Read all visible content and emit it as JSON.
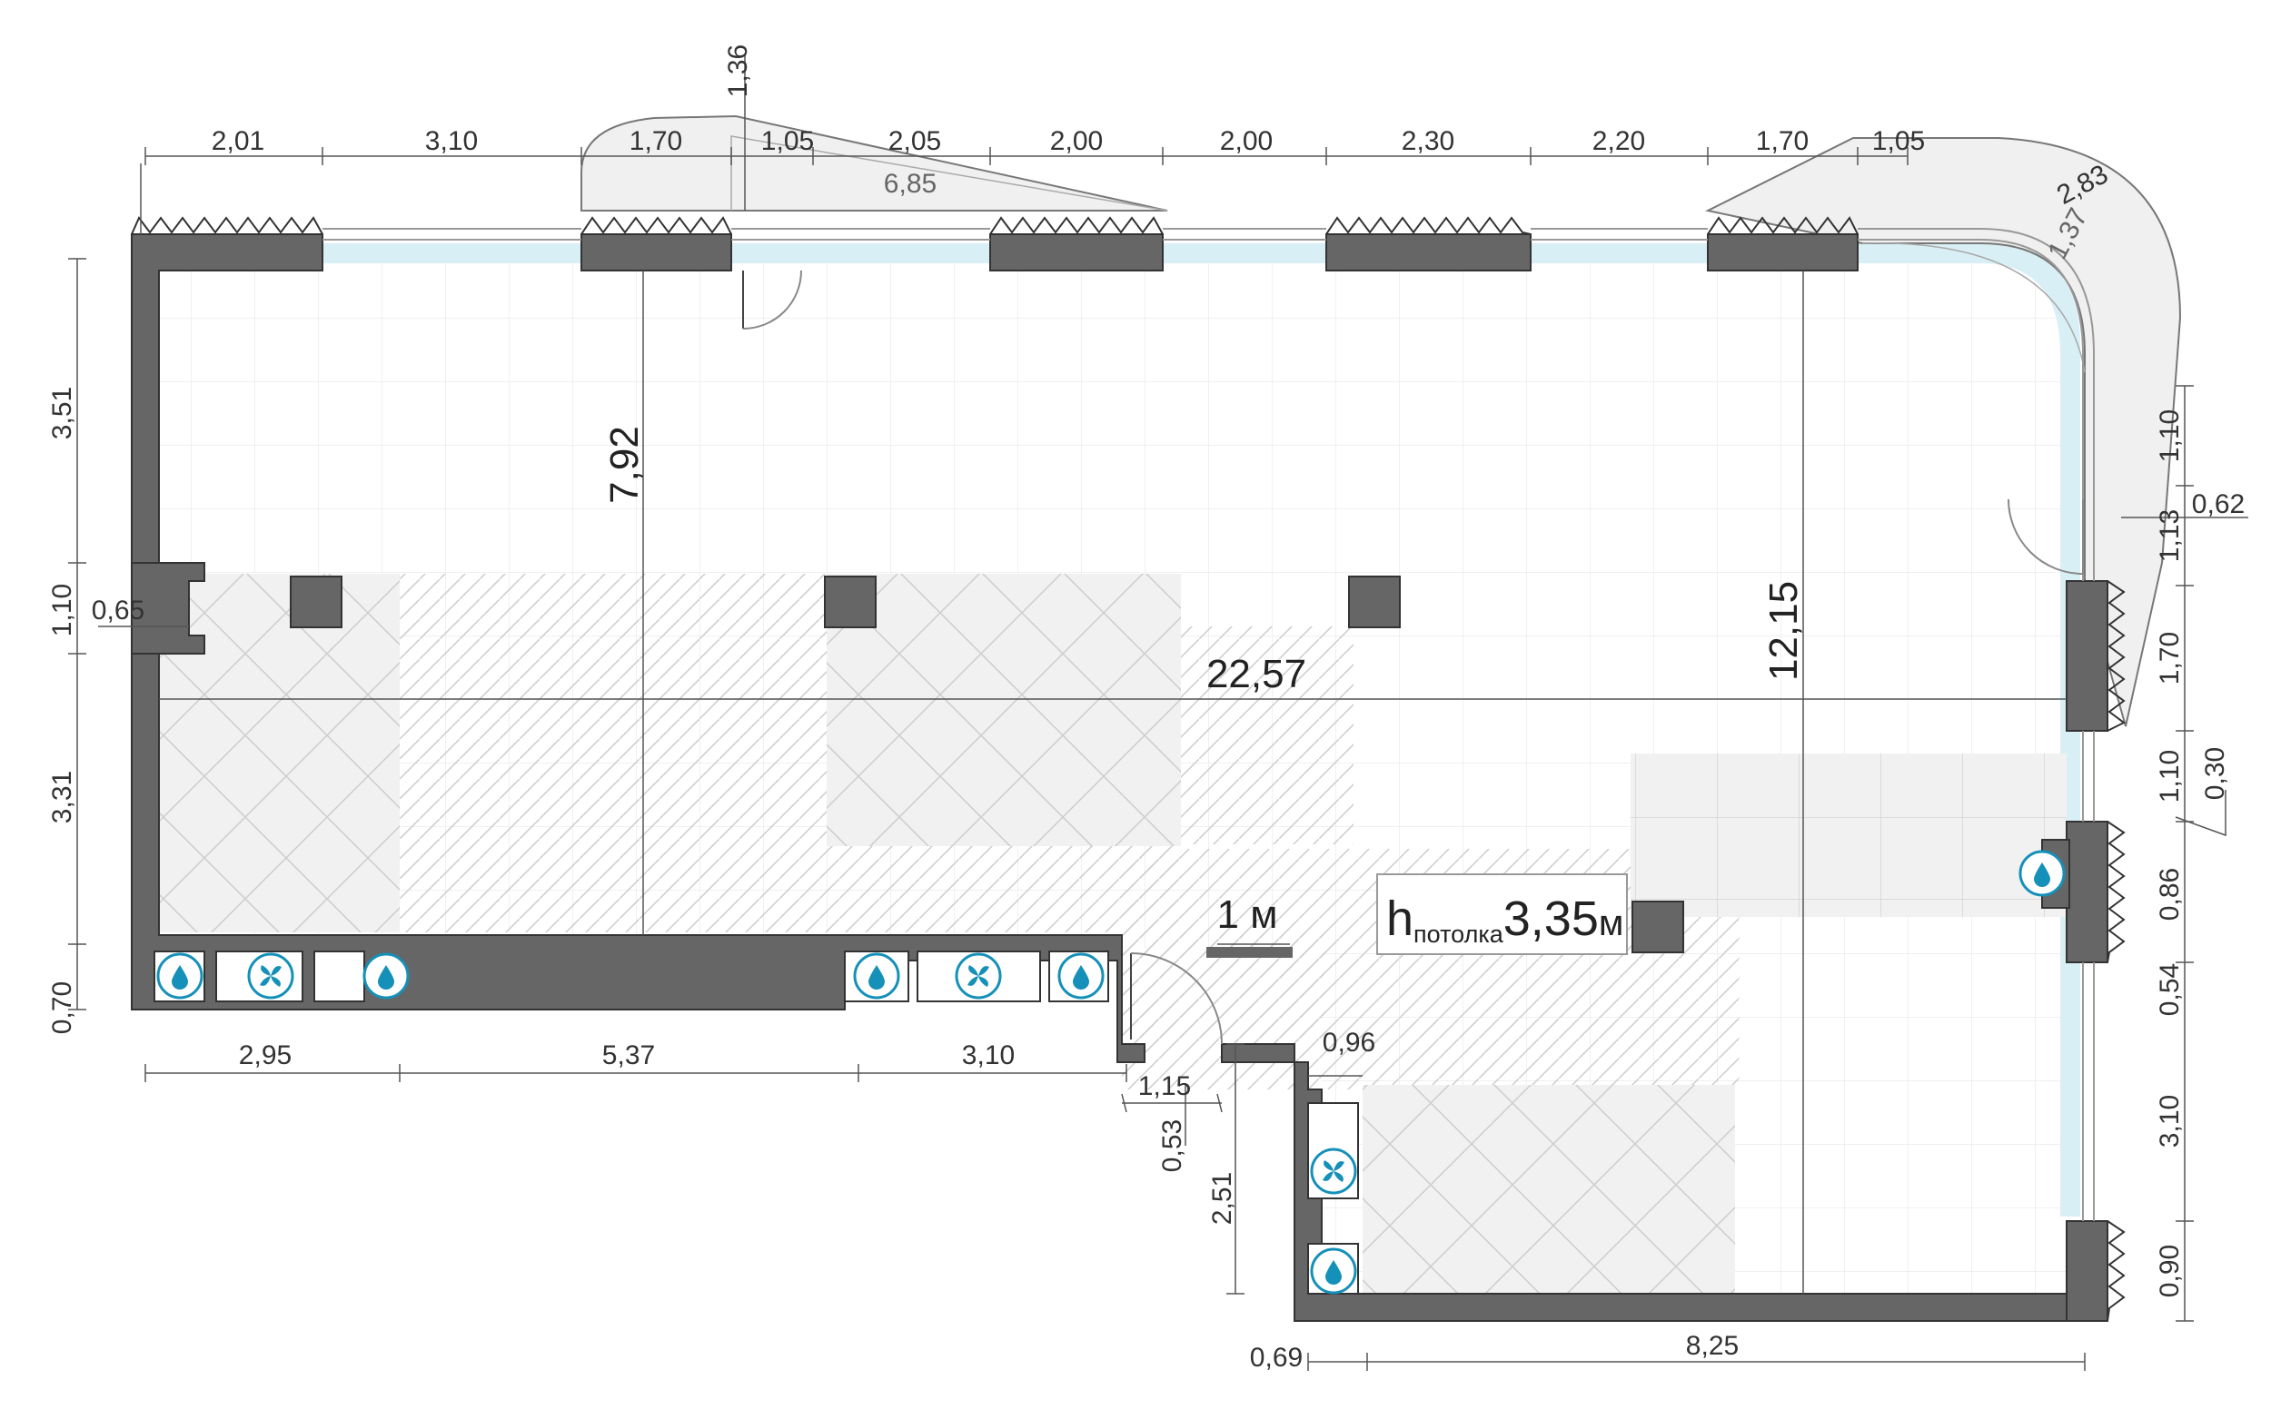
{
  "colors": {
    "wall": "#666666",
    "window": "#d9eff6",
    "grid": "#e1e1e1",
    "hatch": "#cccccc",
    "accent": "#1590b8"
  },
  "dimensions": {
    "top": [
      "2,01",
      "3,10",
      "1,70",
      "1,05",
      "2,05",
      "2,00",
      "2,00",
      "2,30",
      "2,20",
      "1,70",
      "1,05"
    ],
    "balcony_left_height": "1,36",
    "balcony_left_length": "6,85",
    "balcony_right_outer": "2,83",
    "balcony_right_inner": "1,37",
    "left": [
      "3,51",
      "1,10",
      "3,31",
      "0,70"
    ],
    "niche_left": "0,65",
    "right": [
      "1,10",
      "1,13",
      "1,70",
      "1,10",
      "0,86",
      "0,54",
      "3,10",
      "0,90"
    ],
    "right_extra": [
      "0,62",
      "0,30"
    ],
    "bottom": [
      "2,95",
      "5,37",
      "3,10"
    ],
    "door_step": [
      "1,15",
      "0,53",
      "0,96"
    ],
    "lower_block": [
      "2,51",
      "0,69",
      "8,25"
    ],
    "interior": [
      "7,92",
      "22,57",
      "12,15"
    ]
  },
  "scale_label": "1 м",
  "ceiling": {
    "prefix": "h",
    "subscript": "потолка",
    "value": "3,35",
    "unit": "м"
  },
  "icons": {
    "water": "water-drop-icon",
    "fan": "fan-icon"
  }
}
